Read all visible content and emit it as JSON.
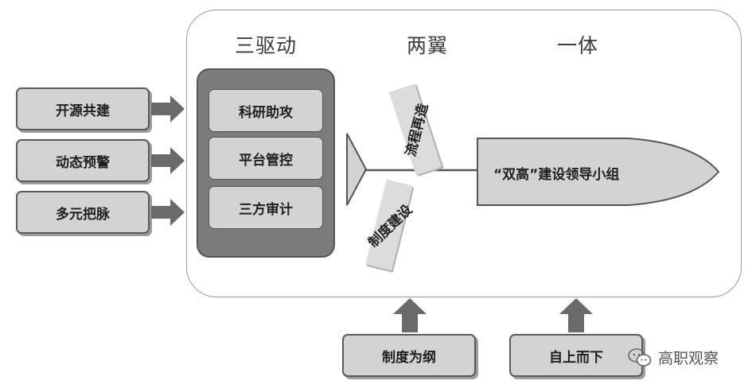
{
  "headings": {
    "three_drives": "三驱动",
    "two_wings": "两翼",
    "one_body": "一体"
  },
  "left_inputs": [
    "开源共建",
    "动态预警",
    "多元把脉"
  ],
  "drive_items": [
    "科研助攻",
    "平台管控",
    "三方审计"
  ],
  "wings": {
    "upper": "流程再造",
    "lower": "制度建设"
  },
  "blade_label": "“双高”建设领导小组",
  "bottom_supports": [
    "制度为纲",
    "自上而下"
  ],
  "watermark": "高职观察",
  "colors": {
    "box_fill": "#d3d3d3",
    "panel_fill": "#7c7c7c",
    "border": "#555555",
    "arrow": "#6a6a6a"
  }
}
